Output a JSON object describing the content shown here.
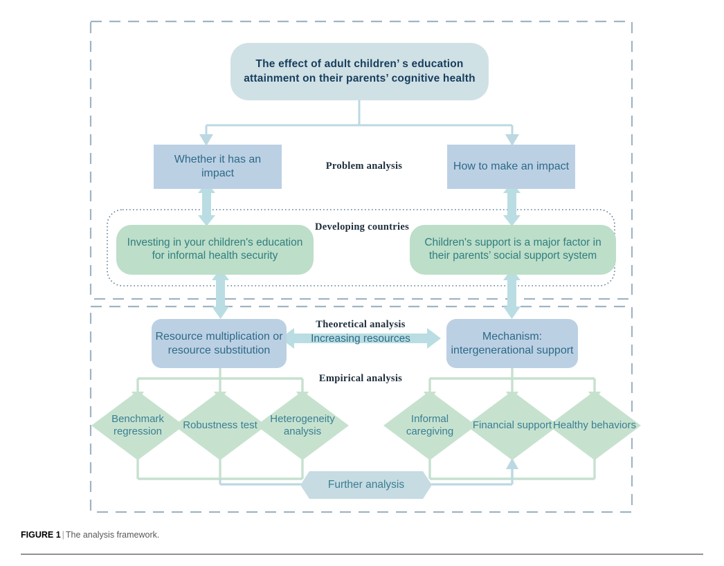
{
  "figure": {
    "caption_label": "FIGURE 1",
    "caption_separator": "|",
    "caption_text": "The analysis framework."
  },
  "colors": {
    "title_box_fill": "#cfe1e4",
    "blue_box_fill": "#bcd0e4",
    "green_box_fill": "#bddec9",
    "diamond_fill": "#c6e2cf",
    "hexagon_fill": "#c6dbe2",
    "arrow_fill": "#b9dde2",
    "connector_blue": "#bcd8e2",
    "connector_green": "#c6e0cf",
    "dashed_border": "#9fb4c2",
    "dotted_border": "#5a7d97",
    "text_dark": "#173c5e",
    "text_teal": "#2d6a86",
    "text_green": "#2f7e7d"
  },
  "nodes": {
    "title_box": "The effect of adult children’ s education attainment on their parents’ cognitive health",
    "left_question": "Whether it has an impact",
    "right_question": "How to make an impact",
    "left_green": "Investing in your children's education for informal health security",
    "right_green": "Children's support is a major factor in their parents’ social support system",
    "left_mechanism": "Resource multiplication or resource substitution",
    "right_mechanism": "Mechanism: intergenerational support",
    "diamond_1": "Benchmark regression",
    "diamond_2": "Robustness test",
    "diamond_3": "Heterogeneity analysis",
    "diamond_4": "Informal caregiving",
    "diamond_5": "Financial support",
    "diamond_6": "Healthy behaviors",
    "further_analysis": "Further analysis"
  },
  "annotations": {
    "problem_analysis": "Problem analysis",
    "developing_countries": "Developing countries",
    "theoretical_analysis": "Theoretical analysis",
    "increasing_resources": "Increasing resources",
    "empirical_analysis": "Empirical analysis"
  }
}
